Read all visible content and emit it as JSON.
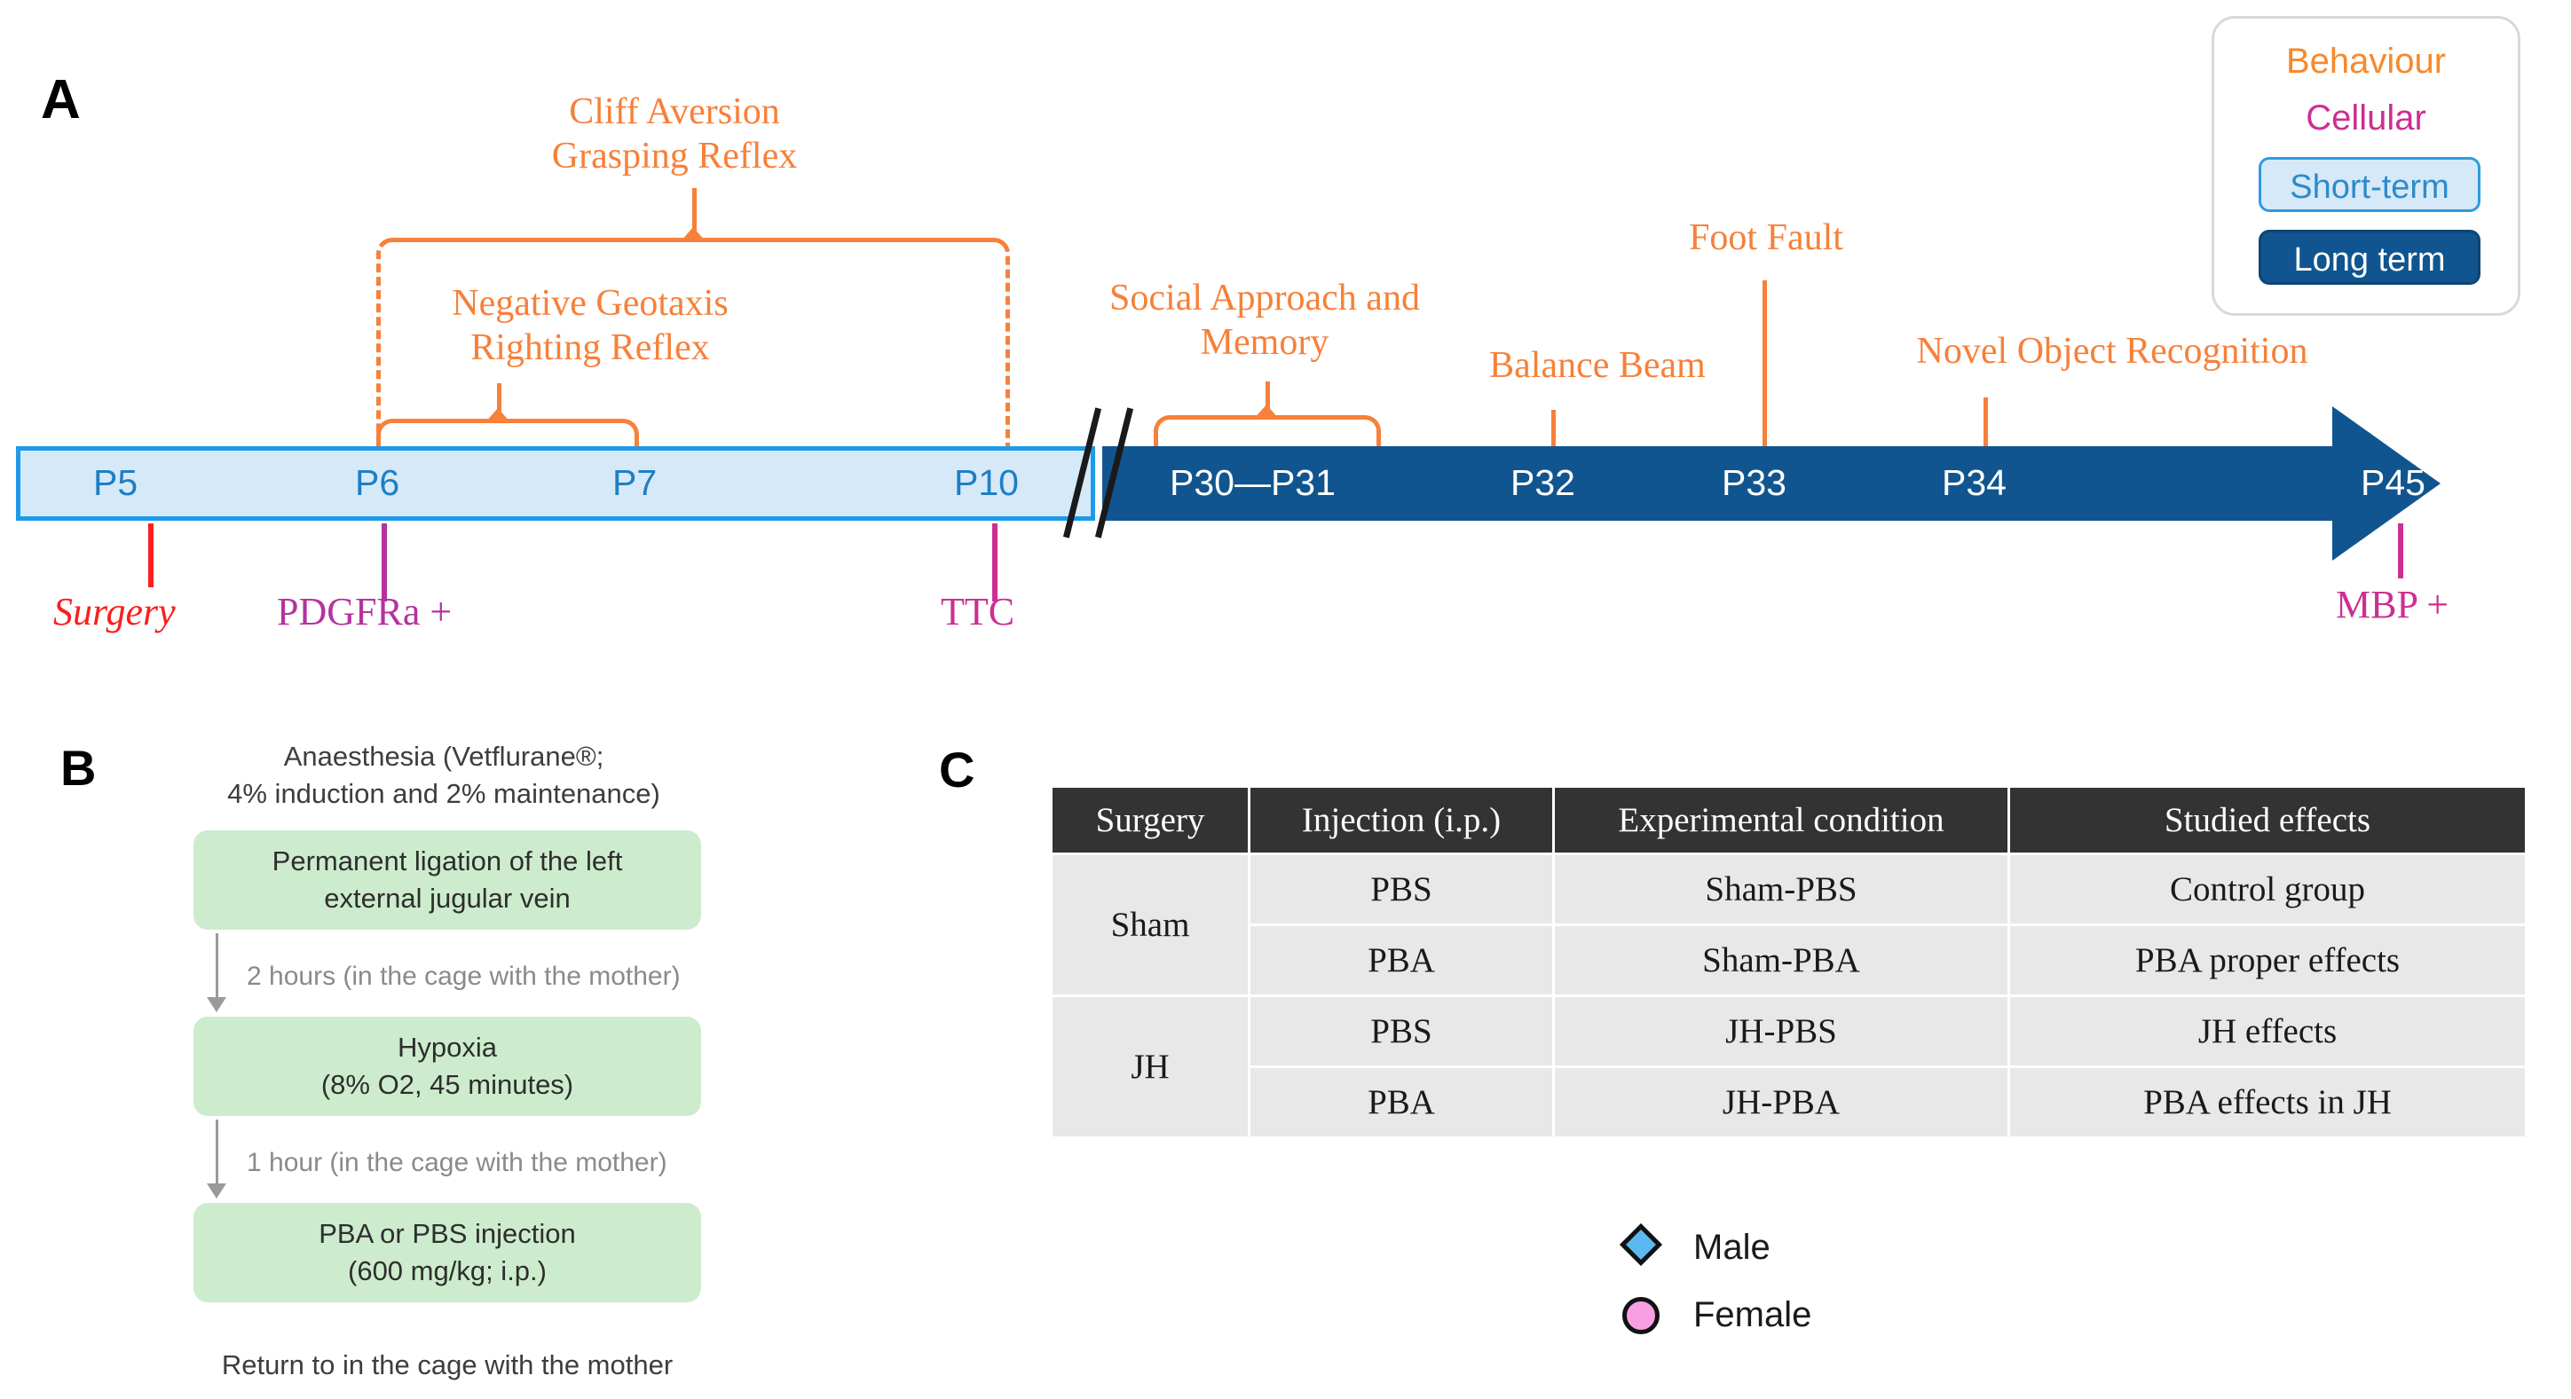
{
  "panels": {
    "a": "A",
    "b": "B",
    "c": "C"
  },
  "legend": {
    "behaviour": "Behaviour",
    "cellular": "Cellular",
    "short_term": "Short-term",
    "long_term": "Long term",
    "colors": {
      "behaviour": "#f7892b",
      "cellular": "#cc2f92",
      "short_term_fill": "#d6e9f9",
      "short_term_border": "#2e9bdf",
      "long_term_fill": "#10558f"
    }
  },
  "timeline": {
    "short_term_points": [
      "P5",
      "P6",
      "P7",
      "P10"
    ],
    "long_term_points": [
      "P30—P31",
      "P32",
      "P33",
      "P34",
      "P45"
    ],
    "break_symbol": "//",
    "behaviour_tests": [
      {
        "label": "Cliff Aversion\nGrasping Reflex",
        "span": "P6-P10",
        "type": "bracket-dashed"
      },
      {
        "label": "Negative Geotaxis\nRighting Reflex",
        "span": "P6-P7",
        "type": "bracket-solid"
      },
      {
        "label": "Social Approach and\nMemory",
        "span": "P30-P31",
        "type": "bracket-solid"
      },
      {
        "label": "Balance Beam",
        "span": "P32",
        "type": "stem"
      },
      {
        "label": "Foot Fault",
        "span": "P33",
        "type": "stem"
      },
      {
        "label": "Novel Object Recognition",
        "span": "P34",
        "type": "stem"
      }
    ],
    "cellular_markers": [
      {
        "label": "Surgery",
        "point": "P5",
        "color": "#fb1e1e",
        "italic": true
      },
      {
        "label": "PDGFRa +",
        "point": "P6",
        "color": "#b4339e",
        "italic": false
      },
      {
        "label": "TTC",
        "point": "P10",
        "color": "#cc2f92",
        "italic": false
      },
      {
        "label": "MBP +",
        "point": "P45",
        "color": "#cc2f92",
        "italic": false
      }
    ],
    "colors": {
      "short_term_fill": "#d6e9f9",
      "short_term_border": "#1e9ae8",
      "long_term_fill": "#10558f",
      "behaviour_orange": "#f7803a"
    }
  },
  "panel_b": {
    "header_note": "Anaesthesia (Vetflurane®;\n4% induction and 2% maintenance)",
    "steps": [
      {
        "text": "Permanent ligation of the left\nexternal jugular vein"
      },
      {
        "text": "Hypoxia\n(8% O2, 45 minutes)"
      },
      {
        "text": "PBA or PBS injection\n(600 mg/kg; i.p.)"
      }
    ],
    "transitions": [
      "2 hours (in the cage with the mother)",
      "1 hour (in the cage with the mother)"
    ],
    "footer_note": "Return to in the cage with the mother",
    "box_color": "#cdeccd"
  },
  "panel_c": {
    "headers": [
      "Surgery",
      "Injection (i.p.)",
      "Experimental condition",
      "Studied effects"
    ],
    "rows": [
      {
        "surgery": "Sham",
        "injection": "PBS",
        "condition": "Sham-PBS",
        "effects": "Control group"
      },
      {
        "surgery": "Sham",
        "injection": "PBA",
        "condition": "Sham-PBA",
        "effects": "PBA proper effects"
      },
      {
        "surgery": "JH",
        "injection": "PBS",
        "condition": "JH-PBS",
        "effects": "JH effects"
      },
      {
        "surgery": "JH",
        "injection": "PBA",
        "condition": "JH-PBA",
        "effects": "PBA effects in JH"
      }
    ],
    "sex_legend": [
      {
        "label": "Male",
        "symbol": "diamond",
        "color": "#5bb9ef"
      },
      {
        "label": "Female",
        "symbol": "circle",
        "color": "#f79fe0"
      }
    ],
    "header_bg": "#333333",
    "cell_bg": "#e8e8e8"
  }
}
